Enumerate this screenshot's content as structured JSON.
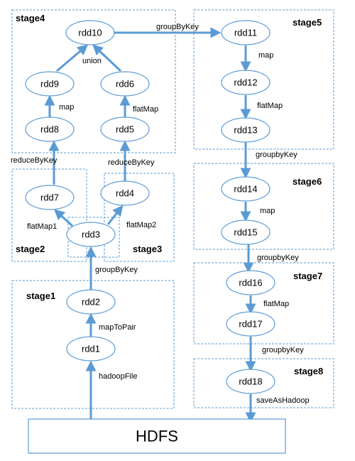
{
  "stages": [
    {
      "id": "stage1",
      "label": "stage1"
    },
    {
      "id": "stage2",
      "label": "stage2"
    },
    {
      "id": "stage3",
      "label": "stage3"
    },
    {
      "id": "stage4",
      "label": "stage4"
    },
    {
      "id": "stage5",
      "label": "stage5"
    },
    {
      "id": "stage6",
      "label": "stage6"
    },
    {
      "id": "stage7",
      "label": "stage7"
    },
    {
      "id": "stage8",
      "label": "stage8"
    }
  ],
  "nodes": [
    {
      "id": "rdd1",
      "label": "rdd1"
    },
    {
      "id": "rdd2",
      "label": "rdd2"
    },
    {
      "id": "rdd3",
      "label": "rdd3"
    },
    {
      "id": "rdd4",
      "label": "rdd4"
    },
    {
      "id": "rdd5",
      "label": "rdd5"
    },
    {
      "id": "rdd6",
      "label": "rdd6"
    },
    {
      "id": "rdd7",
      "label": "rdd7"
    },
    {
      "id": "rdd8",
      "label": "rdd8"
    },
    {
      "id": "rdd9",
      "label": "rdd9"
    },
    {
      "id": "rdd10",
      "label": "rdd10"
    },
    {
      "id": "rdd11",
      "label": "rdd11"
    },
    {
      "id": "rdd12",
      "label": "rdd12"
    },
    {
      "id": "rdd13",
      "label": "rdd13"
    },
    {
      "id": "rdd14",
      "label": "rdd14"
    },
    {
      "id": "rdd15",
      "label": "rdd15"
    },
    {
      "id": "rdd16",
      "label": "rdd16"
    },
    {
      "id": "rdd17",
      "label": "rdd17"
    },
    {
      "id": "rdd18",
      "label": "rdd18"
    }
  ],
  "storage": {
    "label": "HDFS"
  },
  "edges": [
    {
      "from": "HDFS",
      "to": "rdd1",
      "label": "hadoopFile"
    },
    {
      "from": "rdd1",
      "to": "rdd2",
      "label": "mapToPair"
    },
    {
      "from": "rdd2",
      "to": "rdd3",
      "label": "groupByKey"
    },
    {
      "from": "rdd3",
      "to": "rdd7",
      "label": "flatMap1"
    },
    {
      "from": "rdd3",
      "to": "rdd4",
      "label": "flatMap2"
    },
    {
      "from": "rdd7",
      "to": "rdd8",
      "label": "reduceByKey"
    },
    {
      "from": "rdd4",
      "to": "rdd5",
      "label": "reduceByKey"
    },
    {
      "from": "rdd8",
      "to": "rdd9",
      "label": "map"
    },
    {
      "from": "rdd5",
      "to": "rdd6",
      "label": "flatMap"
    },
    {
      "from": "rdd9",
      "to": "rdd10",
      "label": "union"
    },
    {
      "from": "rdd6",
      "to": "rdd10",
      "label": ""
    },
    {
      "from": "rdd10",
      "to": "rdd11",
      "label": "groupByKey"
    },
    {
      "from": "rdd11",
      "to": "rdd12",
      "label": "map"
    },
    {
      "from": "rdd12",
      "to": "rdd13",
      "label": "flatMap"
    },
    {
      "from": "rdd13",
      "to": "rdd14",
      "label": "groupbyKey"
    },
    {
      "from": "rdd14",
      "to": "rdd15",
      "label": "map"
    },
    {
      "from": "rdd15",
      "to": "rdd16",
      "label": "groupbyKey"
    },
    {
      "from": "rdd16",
      "to": "rdd17",
      "label": "flatMap"
    },
    {
      "from": "rdd17",
      "to": "rdd18",
      "label": "groupbyKey"
    },
    {
      "from": "rdd18",
      "to": "HDFS",
      "label": "saveAsHadoop"
    }
  ],
  "colors": {
    "accent": "#5b9bd5",
    "text": "#000000",
    "background": "#ffffff"
  }
}
